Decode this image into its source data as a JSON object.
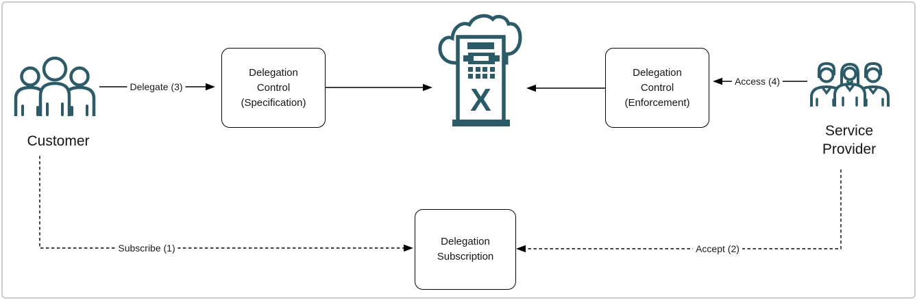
{
  "colors": {
    "icon_accent": "#2a5b69",
    "line_color": "#000000",
    "frame_border": "#cccccc",
    "box_border": "#000000",
    "box_fill": "#ffffff",
    "text_color": "#141414"
  },
  "nodes": {
    "customer": {
      "label": "Customer",
      "icon": "customer-group-icon"
    },
    "service_provider": {
      "label_lines": [
        "Service",
        "Provider"
      ],
      "icon": "provider-group-icon"
    },
    "delegation_control_specification": {
      "lines": [
        "Delegation",
        "Control",
        "(Specification)"
      ]
    },
    "delegation_control_enforcement": {
      "lines": [
        "Delegation",
        "Control",
        "(Enforcement)"
      ]
    },
    "delegation_subscription": {
      "lines": [
        "Delegation",
        "Subscription"
      ]
    },
    "cloud_service": {
      "icon": "cloud-server-icon",
      "glyph": "X"
    }
  },
  "connectors": {
    "delegate": {
      "label": "Delegate (3)",
      "line_style": "solid"
    },
    "access": {
      "label": "Access (4)",
      "line_style": "solid"
    },
    "subscribe": {
      "label": "Subscribe (1)",
      "line_style": "dashed"
    },
    "accept": {
      "label": "Accept (2)",
      "line_style": "dashed"
    }
  }
}
